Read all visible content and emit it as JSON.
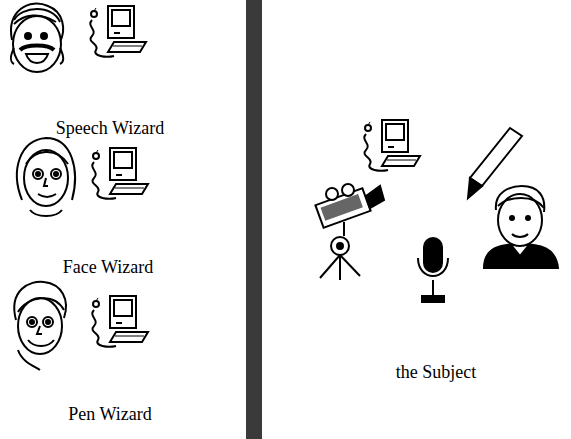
{
  "diagram": {
    "labels": [
      "Speech Wizard",
      "Face Wizard",
      "Pen Wizard",
      "the Subject"
    ]
  }
}
